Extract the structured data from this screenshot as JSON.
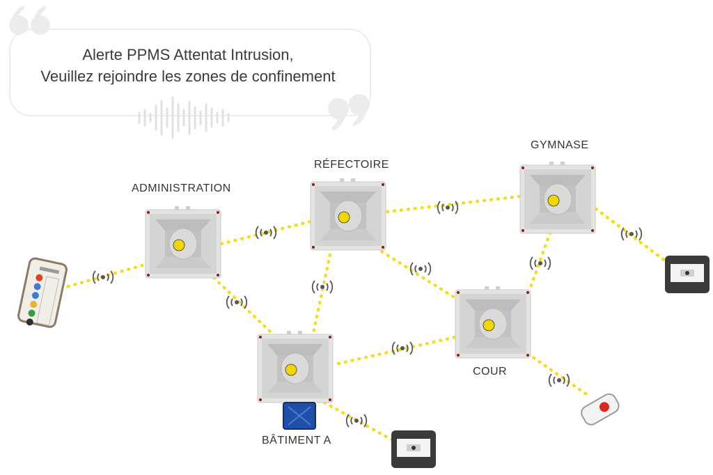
{
  "message": {
    "line1": "Alerte PPMS Attentat Intrusion,",
    "line2": "Veuillez rejoindre les zones de confinement"
  },
  "zones": {
    "administration": "ADMINISTRATION",
    "refectoire": "RÉFECTOIRE",
    "gymnase": "GYMNASE",
    "cour": "COUR",
    "batiment_a": "BÂTIMENT A"
  },
  "colors": {
    "link": "#f4dc1e",
    "signal_icon": "#555555",
    "siren_body": "#e3e3e1",
    "beacon": "#1f4fa8",
    "call_point": "#3a3a3a",
    "quote_mark": "#ececec"
  },
  "icons": [
    "wireless-signal-icon",
    "quote-open-icon",
    "quote-close-icon",
    "sound-wave-icon"
  ]
}
